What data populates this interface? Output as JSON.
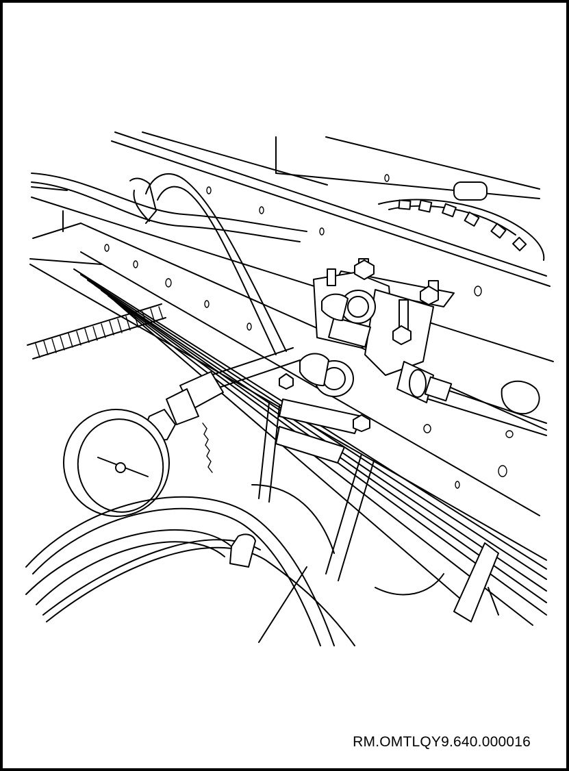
{
  "figure": {
    "reference_code": "RM.OMTLQY9.640.000016",
    "depicted_parts": [
      "frame-rail",
      "leaf-spring",
      "pressure-gauge",
      "test-hose",
      "valve-assembly",
      "corrugated-conduit",
      "wheel-brake-drum",
      "pipe-fitting"
    ]
  }
}
